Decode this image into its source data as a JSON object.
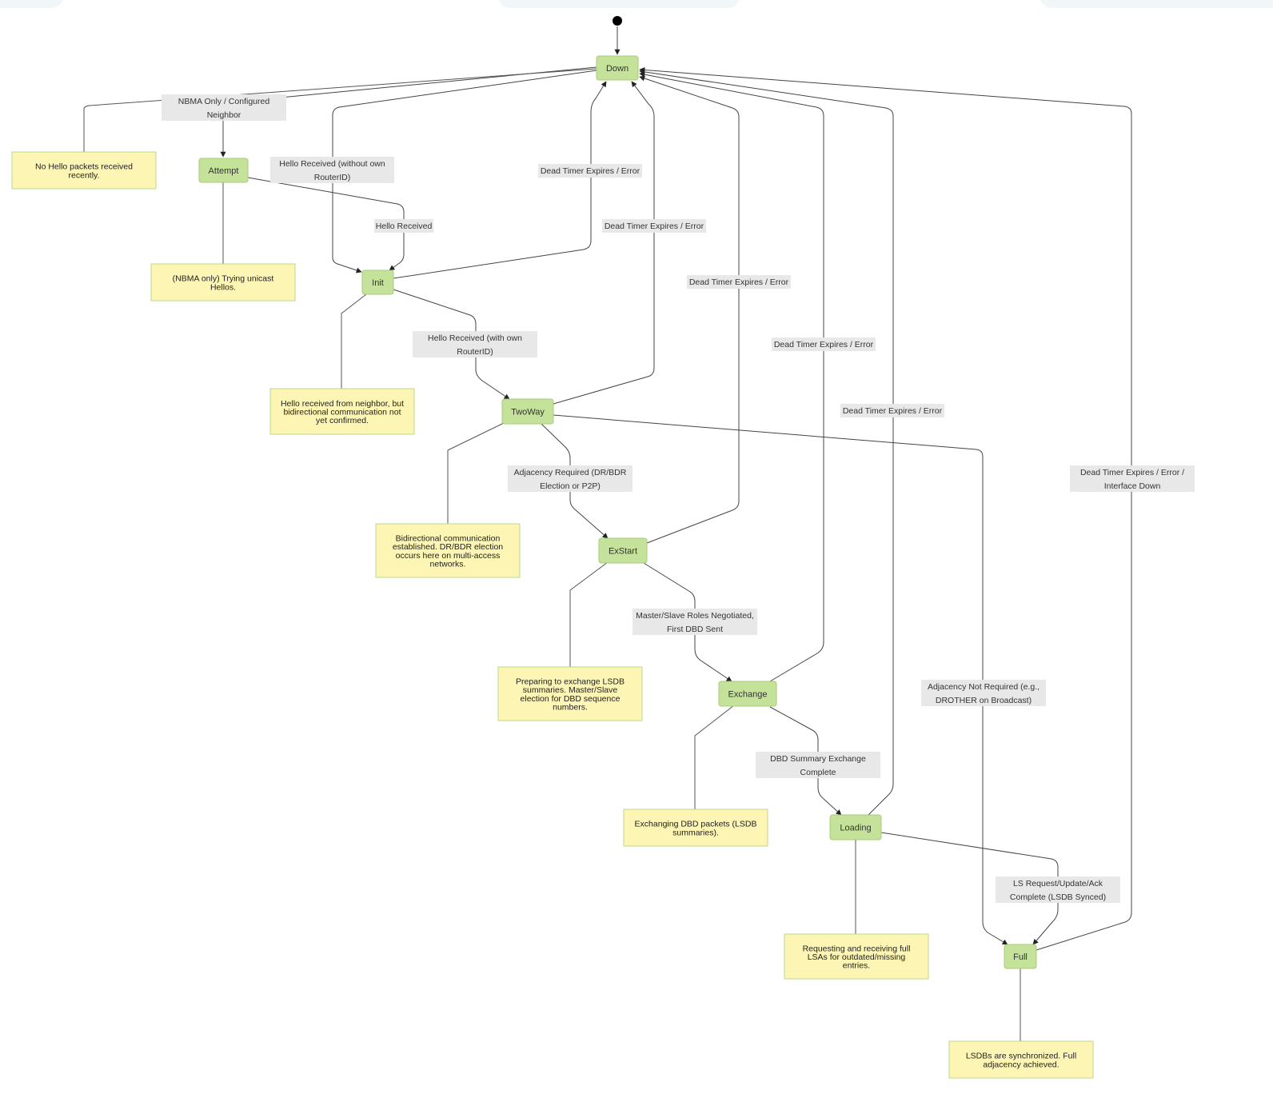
{
  "diagram": {
    "type": "state-machine",
    "initial_state": "Down",
    "colors": {
      "state_fill": "#c5e29a",
      "note_fill": "#fdf5b4",
      "label_fill": "#e8e8e8",
      "edge": "#444444"
    },
    "states": [
      {
        "id": "down",
        "label": "Down"
      },
      {
        "id": "attempt",
        "label": "Attempt"
      },
      {
        "id": "init",
        "label": "Init"
      },
      {
        "id": "twoway",
        "label": "TwoWay"
      },
      {
        "id": "exstart",
        "label": "ExStart"
      },
      {
        "id": "exchange",
        "label": "Exchange"
      },
      {
        "id": "loading",
        "label": "Loading"
      },
      {
        "id": "full",
        "label": "Full"
      }
    ],
    "notes": [
      {
        "id": "note-down",
        "attached_to": "down",
        "lines": [
          "No Hello packets received",
          "recently."
        ]
      },
      {
        "id": "note-attempt",
        "attached_to": "attempt",
        "lines": [
          "(NBMA only) Trying unicast",
          "Hellos."
        ]
      },
      {
        "id": "note-init",
        "attached_to": "init",
        "lines": [
          "Hello received from neighbor, but",
          "bidirectional communication not",
          "yet confirmed."
        ]
      },
      {
        "id": "note-twoway",
        "attached_to": "twoway",
        "lines": [
          "Bidirectional communication",
          "established. DR/BDR election",
          "occurs here on multi-access",
          "networks."
        ]
      },
      {
        "id": "note-exstart",
        "attached_to": "exstart",
        "lines": [
          "Preparing to exchange LSDB",
          "summaries. Master/Slave",
          "election for DBD sequence",
          "numbers."
        ]
      },
      {
        "id": "note-exchange",
        "attached_to": "exchange",
        "lines": [
          "Exchanging DBD packets (LSDB",
          "summaries)."
        ]
      },
      {
        "id": "note-loading",
        "attached_to": "loading",
        "lines": [
          "Requesting and receiving full",
          "LSAs for outdated/missing",
          "entries."
        ]
      },
      {
        "id": "note-full",
        "attached_to": "full",
        "lines": [
          "LSDBs are synchronized. Full",
          "adjacency achieved."
        ]
      }
    ],
    "transitions": [
      {
        "id": "t-start-down",
        "from": "start",
        "to": "down",
        "lines": []
      },
      {
        "id": "t-down-attempt",
        "from": "down",
        "to": "attempt",
        "lines": [
          "NBMA Only / Configured",
          "Neighbor"
        ]
      },
      {
        "id": "t-down-init",
        "from": "down",
        "to": "init",
        "lines": [
          "Hello Received (without own",
          "RouterID)"
        ]
      },
      {
        "id": "t-attempt-init",
        "from": "attempt",
        "to": "init",
        "lines": [
          "Hello Received"
        ]
      },
      {
        "id": "t-init-down",
        "from": "init",
        "to": "down",
        "lines": [
          "Dead Timer Expires / Error"
        ]
      },
      {
        "id": "t-init-twoway",
        "from": "init",
        "to": "twoway",
        "lines": [
          "Hello Received (with own",
          "RouterID)"
        ]
      },
      {
        "id": "t-twoway-down",
        "from": "twoway",
        "to": "down",
        "lines": [
          "Dead Timer Expires / Error"
        ]
      },
      {
        "id": "t-twoway-exstart",
        "from": "twoway",
        "to": "exstart",
        "lines": [
          "Adjacency Required (DR/BDR",
          "Election or P2P)"
        ]
      },
      {
        "id": "t-twoway-full",
        "from": "twoway",
        "to": "full",
        "lines": [
          "Adjacency Not Required (e.g.,",
          "DROTHER on Broadcast)"
        ]
      },
      {
        "id": "t-exstart-down",
        "from": "exstart",
        "to": "down",
        "lines": [
          "Dead Timer Expires / Error"
        ]
      },
      {
        "id": "t-exstart-exchange",
        "from": "exstart",
        "to": "exchange",
        "lines": [
          "Master/Slave Roles Negotiated,",
          "First DBD Sent"
        ]
      },
      {
        "id": "t-exchange-down",
        "from": "exchange",
        "to": "down",
        "lines": [
          "Dead Timer Expires / Error"
        ]
      },
      {
        "id": "t-exchange-loading",
        "from": "exchange",
        "to": "loading",
        "lines": [
          "DBD Summary Exchange",
          "Complete"
        ]
      },
      {
        "id": "t-loading-down",
        "from": "loading",
        "to": "down",
        "lines": [
          "Dead Timer Expires / Error"
        ]
      },
      {
        "id": "t-loading-full",
        "from": "loading",
        "to": "full",
        "lines": [
          "LS Request/Update/Ack",
          "Complete (LSDB Synced)"
        ]
      },
      {
        "id": "t-full-down",
        "from": "full",
        "to": "down",
        "lines": [
          "Dead Timer Expires / Error /",
          "Interface Down"
        ]
      }
    ]
  }
}
